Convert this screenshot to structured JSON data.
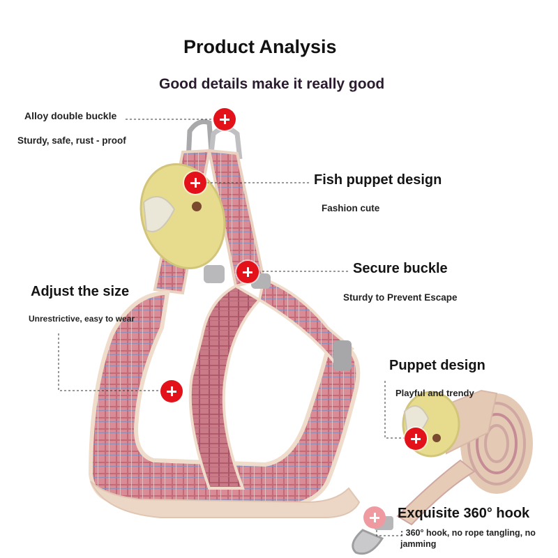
{
  "header": {
    "title": "Product Analysis",
    "subtitle": "Good details make it really good"
  },
  "features": [
    {
      "name": "Alloy double buckle",
      "desc": "Sturdy, safe, rust - proof"
    },
    {
      "name": "Fish puppet design",
      "desc": "Fashion cute"
    },
    {
      "name": "Secure buckle",
      "desc": "Sturdy to Prevent Escape"
    },
    {
      "name": "Adjust the size",
      "desc": "Unrestrictive, easy to wear"
    },
    {
      "name": "Puppet design",
      "desc": "Playful and trendy"
    },
    {
      "name": "Exquisite 360° hook",
      "desc": ": 360° hook, no rope tangling, no jamming"
    }
  ],
  "icons": [
    "plus-marker-icon"
  ],
  "colors": {
    "marker": "#e3121a",
    "strap_pink": "#d98c96",
    "strap_inner": "#ecd7c6",
    "puppet_yellow": "#e7dc8e"
  }
}
